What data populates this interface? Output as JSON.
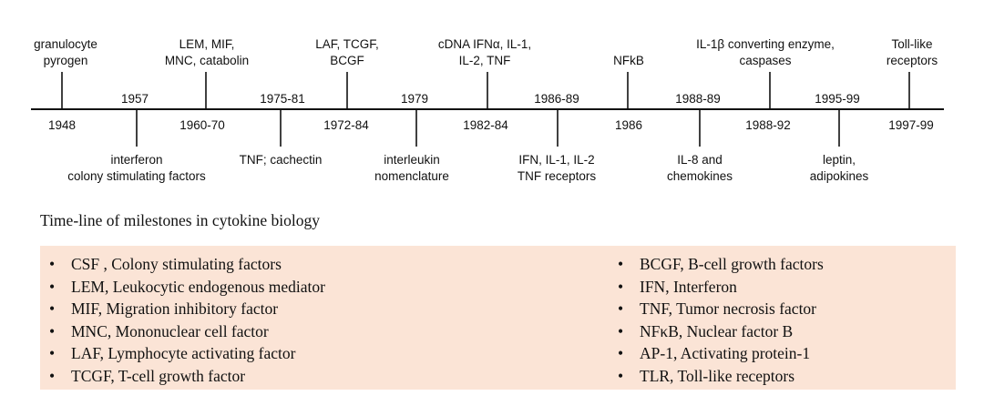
{
  "timeline": {
    "milestones": [
      {
        "id": "granulocyte-pyrogen",
        "date": "1948",
        "lines": [
          "granulocyte",
          "pyrogen"
        ],
        "side": "above"
      },
      {
        "id": "interferon-csf",
        "date": "1957",
        "lines": [
          "interferon",
          "colony stimulating factors"
        ],
        "side": "below"
      },
      {
        "id": "lem-mif-mnc",
        "date": "1960-70",
        "lines": [
          "LEM, MIF,",
          "MNC, catabolin"
        ],
        "side": "above"
      },
      {
        "id": "tnf-cachectin",
        "date": "1975-81",
        "lines": [
          "TNF; cachectin"
        ],
        "side": "below"
      },
      {
        "id": "laf-tcgf-bcgf",
        "date": "1972-84",
        "lines": [
          "LAF, TCGF,",
          "BCGF"
        ],
        "side": "above"
      },
      {
        "id": "interleukin-nomenclature",
        "date": "1979",
        "lines": [
          "interleukin",
          "nomenclature"
        ],
        "side": "below"
      },
      {
        "id": "cdna-cloning",
        "date": "1982-84",
        "lines": [
          "cDNA IFNα, IL-1,",
          "IL-2, TNF"
        ],
        "side": "above"
      },
      {
        "id": "receptors",
        "date": "1986-89",
        "lines": [
          "IFN, IL-1, IL-2",
          "TNF receptors"
        ],
        "side": "below"
      },
      {
        "id": "nfkb",
        "date": "1986",
        "lines": [
          "NFkB"
        ],
        "side": "above"
      },
      {
        "id": "il8-chemokines",
        "date": "1988-89",
        "lines": [
          "IL-8 and",
          "chemokines"
        ],
        "side": "below"
      },
      {
        "id": "il1b-caspases",
        "date": "1988-92",
        "lines": [
          "IL-1β converting enzyme,",
          "caspases"
        ],
        "side": "above"
      },
      {
        "id": "leptin-adipokines",
        "date": "1995-99",
        "lines": [
          "leptin,",
          "adipokines"
        ],
        "side": "below"
      },
      {
        "id": "toll-like-receptors",
        "date": "1997-99",
        "lines": [
          "Toll-like",
          "receptors"
        ],
        "side": "above"
      }
    ]
  },
  "caption": "Time-line of milestones in cytokine biology",
  "legend": {
    "bullet": "•",
    "left": [
      "CSF , Colony stimulating factors",
      "LEM, Leukocytic endogenous mediator",
      "MIF, Migration inhibitory factor",
      "MNC, Mononuclear cell factor",
      "LAF, Lymphocyte activating factor",
      "TCGF, T-cell growth factor"
    ],
    "right": [
      "BCGF, B-cell growth factors",
      "IFN, Interferon",
      "TNF, Tumor necrosis factor",
      "NFκB, Nuclear factor B",
      "AP-1, Activating protein-1",
      "TLR, Toll-like receptors"
    ]
  },
  "colors": {
    "line": "#111111",
    "text": "#111111",
    "legend_background": "#fbe4d6"
  }
}
